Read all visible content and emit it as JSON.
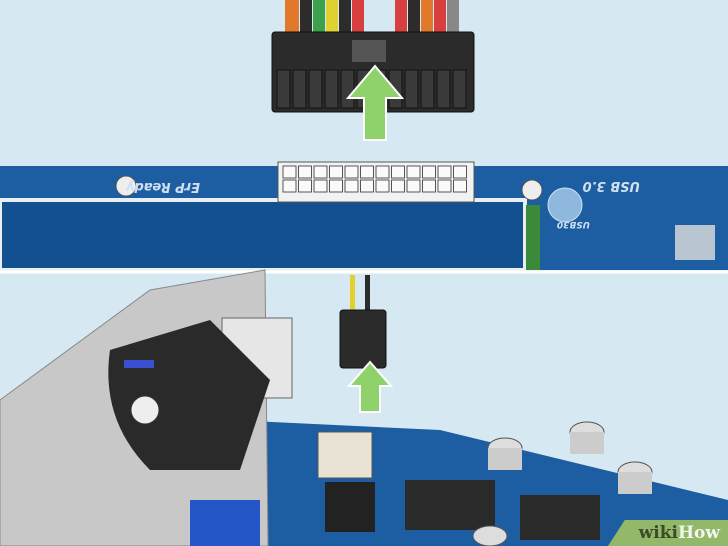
{
  "board_top": {
    "label_erp": "ErP Ready",
    "label_usb": "USB 3.0",
    "label_usb30": "USB30"
  },
  "logo": {
    "part1": "wiki",
    "part2": "How"
  },
  "colors": {
    "background": "#d6e9f2",
    "board": "#1d5ea3",
    "arrow": "#8fd16a",
    "connector": "#2a2a2a"
  }
}
